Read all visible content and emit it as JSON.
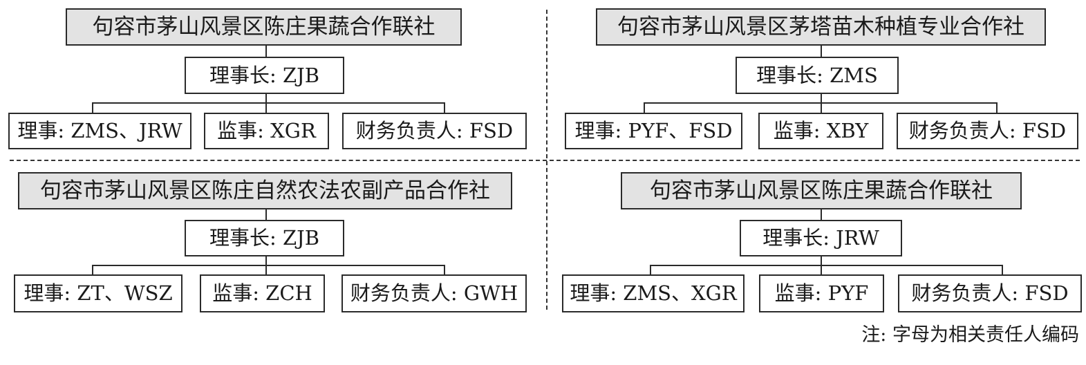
{
  "diagram": {
    "type": "organization-structure",
    "colors": {
      "title_fill": "#e3e3e3",
      "box_fill": "#ffffff",
      "stroke": "#2a2a2a"
    },
    "panels": [
      {
        "title": "句容市茅山风景区陈庄果蔬合作联社",
        "chairman": "理事长: ZJB",
        "members": [
          "理事: ZMS、JRW",
          "监事: XGR",
          "财务负责人: FSD"
        ]
      },
      {
        "title": "句容市茅山风景区茅塔苗木种植专业合作社",
        "chairman": "理事长: ZMS",
        "members": [
          "理事: PYF、FSD",
          "监事: XBY",
          "财务负责人: FSD"
        ]
      },
      {
        "title": "句容市茅山风景区陈庄自然农法农副产品合作社",
        "chairman": "理事长: ZJB",
        "members": [
          "理事: ZT、WSZ",
          "监事: ZCH",
          "财务负责人: GWH"
        ]
      },
      {
        "title": "句容市茅山风景区陈庄果蔬合作联社",
        "chairman": "理事长: JRW",
        "members": [
          "理事: ZMS、XGR",
          "监事: PYF",
          "财务负责人: FSD"
        ]
      }
    ],
    "note": "注: 字母为相关责任人编码"
  }
}
